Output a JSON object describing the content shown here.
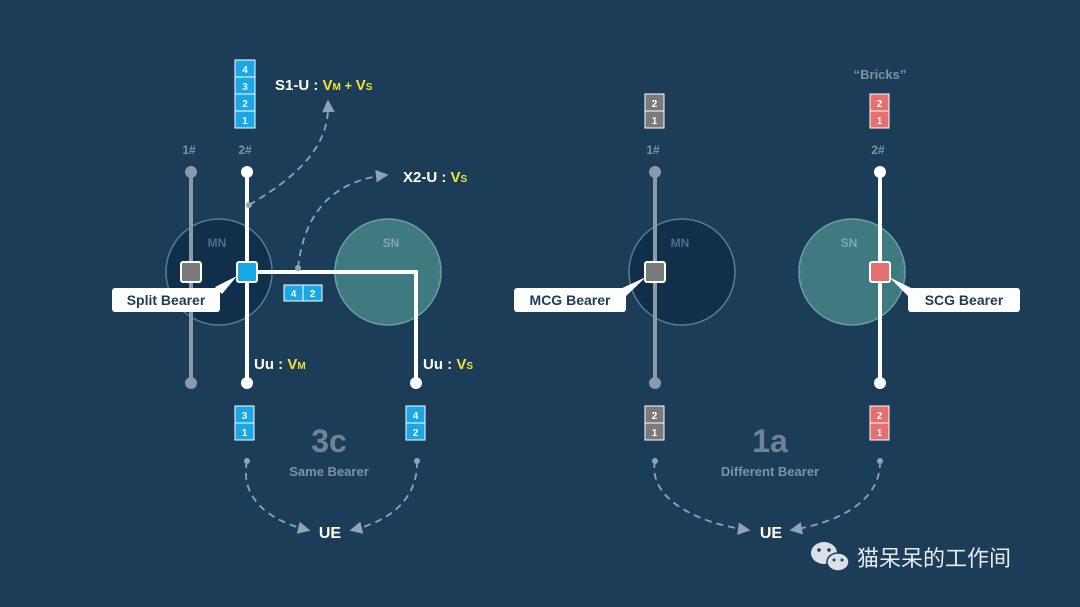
{
  "colors": {
    "background": "#1c3d57",
    "mn_fill": "#0f2f4a",
    "sn_fill": "#3f7a81",
    "white": "#ffffff",
    "grey_line": "#8b9aa8",
    "cyan": "#1aa7e5",
    "red": "#e66f6f",
    "yellow": "#f0e23a",
    "muted_text": "#7d93a5"
  },
  "left": {
    "pillar_1": "1#",
    "pillar_2": "2#",
    "mn": "MN",
    "sn": "SN",
    "split_bearer": "Split Bearer",
    "s1u_label": "S1-U : ",
    "s1u_vm": "V",
    "s1u_vm_sub": "M",
    "s1u_plus": " + ",
    "s1u_vs": "V",
    "s1u_vs_sub": "S",
    "x2u_label": "X2-U : ",
    "x2u_vs": "V",
    "x2u_vs_sub": "S",
    "uu_m_label": "Uu : ",
    "uu_m_v": "V",
    "uu_m_sub": "M",
    "uu_s_label": "Uu : ",
    "uu_s_v": "V",
    "uu_s_sub": "S",
    "stack_top": [
      "4",
      "3",
      "2",
      "1"
    ],
    "stack_x2": [
      "4",
      "2"
    ],
    "stack_uu_m": [
      "3",
      "1"
    ],
    "stack_uu_s": [
      "4",
      "2"
    ],
    "option": "3c",
    "option_desc": "Same Bearer",
    "ue": "UE"
  },
  "right": {
    "bricks": "“Bricks”",
    "pillar_1": "1#",
    "pillar_2": "2#",
    "mn": "MN",
    "sn": "SN",
    "mcg_bearer": "MCG Bearer",
    "scg_bearer": "SCG Bearer",
    "stack_top_grey": [
      "2",
      "1"
    ],
    "stack_top_red": [
      "2",
      "1"
    ],
    "stack_bottom_grey": [
      "2",
      "1"
    ],
    "stack_bottom_red": [
      "2",
      "1"
    ],
    "option": "1a",
    "option_desc": "Different Bearer",
    "ue": "UE"
  },
  "watermark": {
    "icon": "wechat-icon",
    "text": "猫呆呆的工作间"
  }
}
